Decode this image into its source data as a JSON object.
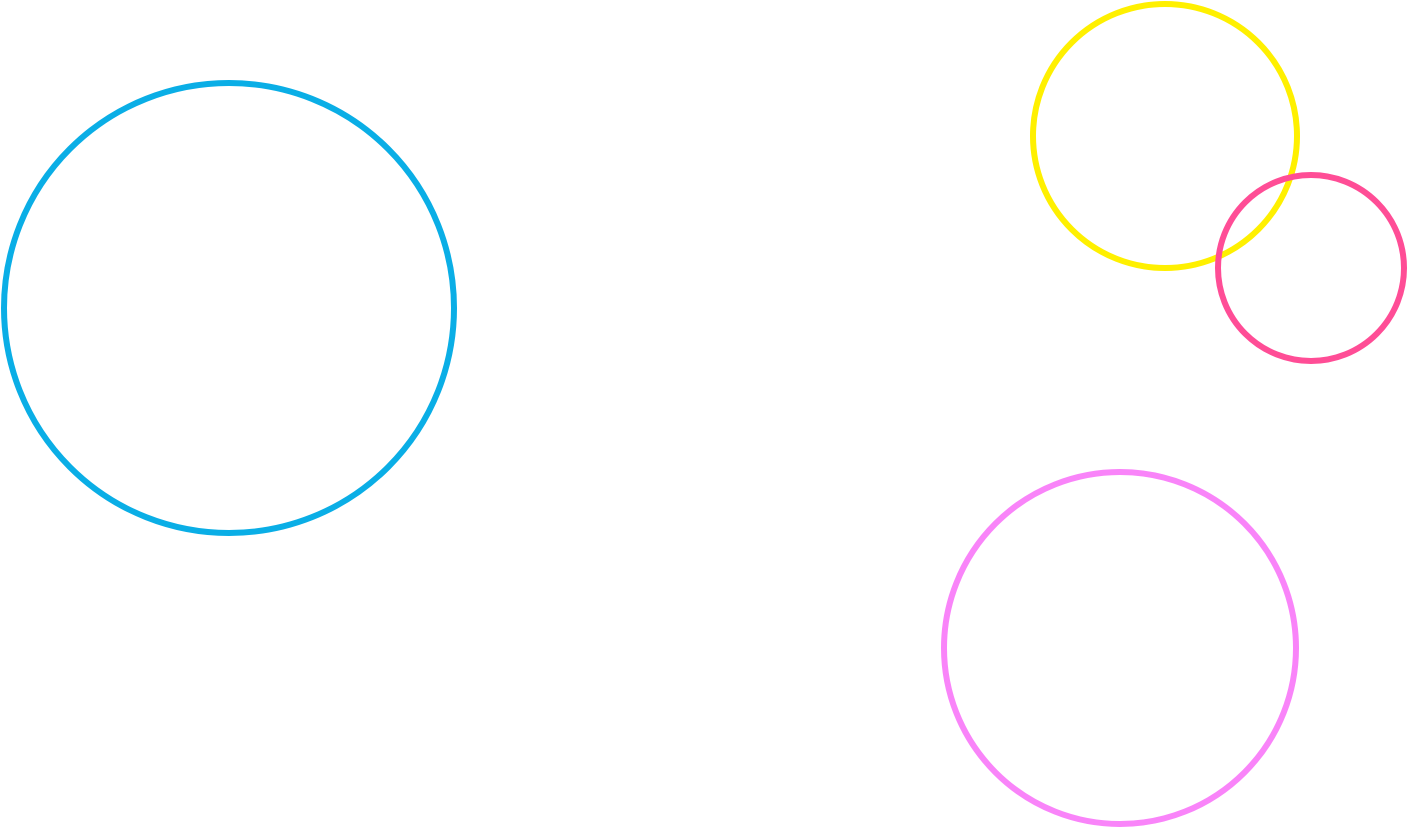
{
  "background_color": "#ffffff",
  "rings": [
    {
      "name": "blue-ring",
      "color": "#0aaee6"
    },
    {
      "name": "yellow-ring",
      "color": "#fff000"
    },
    {
      "name": "pink-ring",
      "color": "#ff4d96"
    },
    {
      "name": "violet-ring",
      "color": "#f984f9"
    }
  ]
}
